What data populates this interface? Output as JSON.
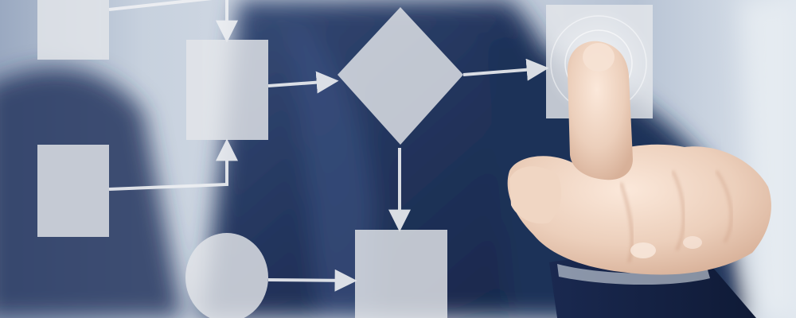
{
  "scene": {
    "description_kind": "photo",
    "colors": {
      "backdrop_light": "#dfe6ee",
      "suit_dark": "#1e2f56",
      "suit_mid": "#30456f",
      "shape_fill": "#e4e6ea",
      "connector": "#eef0f3",
      "skin": "#efd9c9",
      "cuff": "#16213d"
    }
  },
  "flowchart": {
    "nodes": [
      {
        "id": "top-left-box",
        "shape": "rectangle"
      },
      {
        "id": "mid-left-box",
        "shape": "rectangle"
      },
      {
        "id": "center-box",
        "shape": "rectangle"
      },
      {
        "id": "decision",
        "shape": "diamond"
      },
      {
        "id": "touched-box",
        "shape": "rectangle"
      },
      {
        "id": "start-circle",
        "shape": "circle"
      },
      {
        "id": "bottom-box",
        "shape": "rectangle"
      }
    ],
    "edges": [
      {
        "from": "top-left-box",
        "to": "center-box"
      },
      {
        "from": "mid-left-box",
        "to": "center-box"
      },
      {
        "from": "center-box",
        "to": "decision"
      },
      {
        "from": "decision",
        "to": "touched-box"
      },
      {
        "from": "decision",
        "to": "bottom-box"
      },
      {
        "from": "start-circle",
        "to": "bottom-box"
      }
    ]
  }
}
